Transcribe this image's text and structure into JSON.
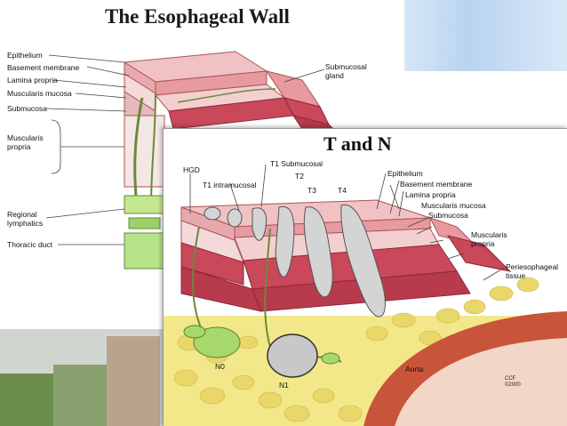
{
  "slide": {
    "title": "The Esophageal Wall",
    "inset_title": "T and N"
  },
  "wall_diagram": {
    "left_labels": [
      "Epithelium",
      "Basement membrane",
      "Lamina propria",
      "Muscularis mucosa",
      "Submucosa"
    ],
    "muscularis_label": [
      "Muscularis",
      "propria"
    ],
    "regional_label": [
      "Regional",
      "lymphatics"
    ],
    "thoracic_label": "Thoracic duct",
    "submucosal_gland_label": [
      "Submucosal",
      "gland"
    ]
  },
  "staging_diagram": {
    "hgd": "HGD",
    "t1_intramucosal": "T1 intramucosal",
    "t1_submucosal": "T1 Submucosal",
    "t2": "T2",
    "t3": "T3",
    "t4": "T4",
    "right_labels": [
      "Epithelium",
      "Basement membrane",
      "Lamina propria",
      "Muscularis mucosa",
      "Submucosa"
    ],
    "muscularis_label": [
      "Muscularis",
      "propria"
    ],
    "periesophageal_label": [
      "Periesophageal",
      "tissue"
    ],
    "n0": "N0",
    "n1": "N1",
    "aorta": "Aorta",
    "credit": [
      "CCF",
      "©2000"
    ]
  },
  "colors": {
    "epithelium": "#e8a9ad",
    "muscle": "#c9485a",
    "fat": "#f2e88a",
    "node": "#a6d86b",
    "aorta": "#c8553a"
  }
}
